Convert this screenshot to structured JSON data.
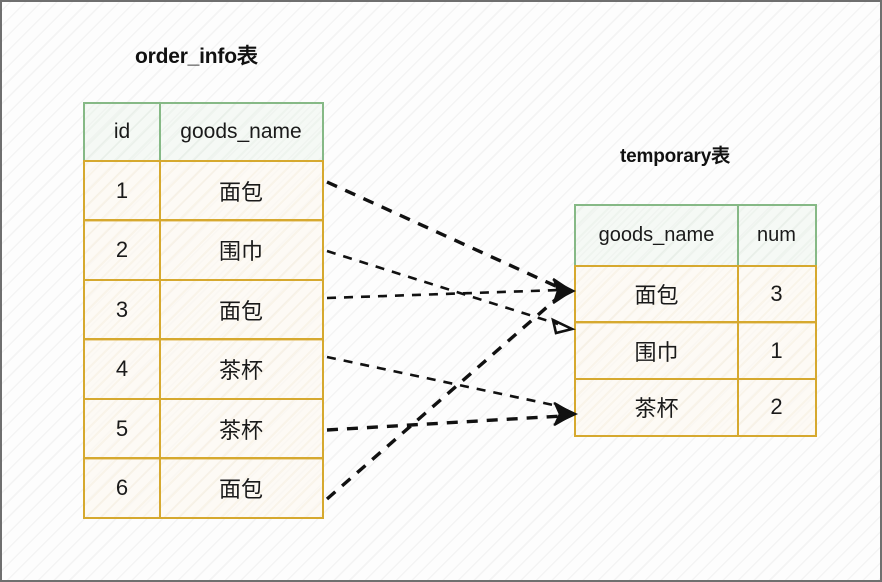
{
  "diagram": {
    "kind": "group-by-aggregation-diagram",
    "source_table": {
      "title": "order_info表",
      "columns": [
        "id",
        "goods_name"
      ],
      "rows": [
        {
          "id": "1",
          "goods_name": "面包"
        },
        {
          "id": "2",
          "goods_name": "围巾"
        },
        {
          "id": "3",
          "goods_name": "面包"
        },
        {
          "id": "4",
          "goods_name": "茶杯"
        },
        {
          "id": "5",
          "goods_name": "茶杯"
        },
        {
          "id": "6",
          "goods_name": "面包"
        }
      ]
    },
    "result_table": {
      "title": "temporary表",
      "columns": [
        "goods_name",
        "num"
      ],
      "rows": [
        {
          "goods_name": "面包",
          "num": "3"
        },
        {
          "goods_name": "围巾",
          "num": "1"
        },
        {
          "goods_name": "茶杯",
          "num": "2"
        }
      ]
    },
    "mappings": [
      {
        "from_row": 1,
        "from_value": "面包",
        "to_row": 1
      },
      {
        "from_row": 2,
        "from_value": "围巾",
        "to_row": 2
      },
      {
        "from_row": 3,
        "from_value": "面包",
        "to_row": 1
      },
      {
        "from_row": 4,
        "from_value": "茶杯",
        "to_row": 3
      },
      {
        "from_row": 5,
        "from_value": "茶杯",
        "to_row": 3
      },
      {
        "from_row": 6,
        "from_value": "面包",
        "to_row": 1
      }
    ],
    "colors": {
      "header_border": "#86b986",
      "body_border": "#d6a92f",
      "arrow": "#111111",
      "frame": "#6f6f6f",
      "text": "#1a1a1a"
    }
  }
}
